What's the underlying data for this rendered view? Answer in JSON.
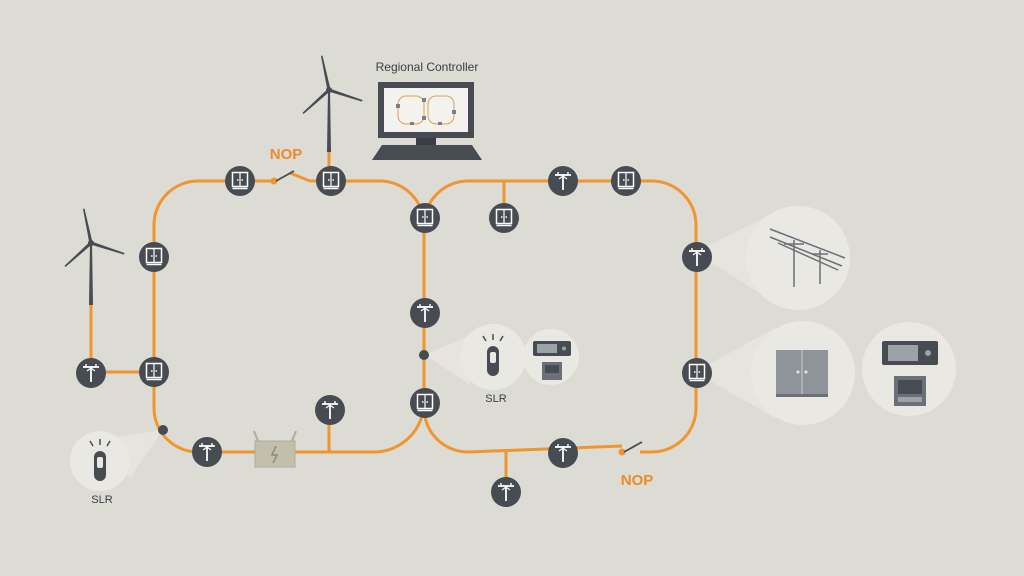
{
  "title": "Regional Controller",
  "nop_labels": [
    "NOP",
    "NOP"
  ],
  "slr_labels": [
    "SLR",
    "SLR"
  ],
  "colors": {
    "background": "#dcdbd4",
    "feeder_line": "#f0962e",
    "node": "#474c53",
    "callout": "#e9e8e3"
  },
  "icons": [
    "wind-turbine-icon",
    "substation-cabinet-icon",
    "utility-pole-icon",
    "switch-icon",
    "sensor-icon",
    "transformer-icon",
    "monitor-icon",
    "controller-device-icon"
  ]
}
